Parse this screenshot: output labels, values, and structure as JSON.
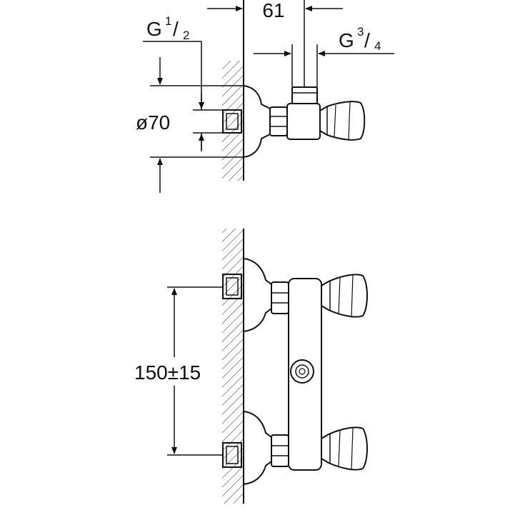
{
  "dimensions": {
    "width_61": "61",
    "g_half": {
      "letter": "G",
      "num": "1",
      "slash": "/",
      "den": "2"
    },
    "g_three_quarter": {
      "letter": "G",
      "num": "3",
      "slash": "/",
      "den": "4"
    },
    "diameter_70": "ø70",
    "spacing_150": "150±15"
  },
  "colors": {
    "line": "#111111",
    "hatch": "#555555",
    "background": "#ffffff"
  }
}
